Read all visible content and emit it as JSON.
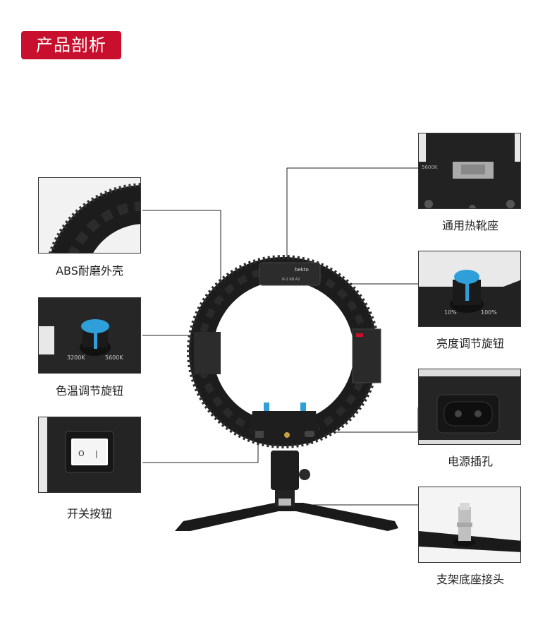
{
  "header": {
    "title": "产品剖析"
  },
  "product": {
    "brand": "bekto",
    "model": "N-2 RB A2"
  },
  "knob_scales": {
    "color_temp": [
      "3200K",
      "5600K"
    ],
    "brightness": [
      "10%",
      "100%"
    ],
    "hotshoe_scale": "5600K"
  },
  "callouts": [
    {
      "id": "abs-shell",
      "label": "ABS耐磨外壳"
    },
    {
      "id": "color-temp-knob",
      "label": "色温调节旋钮"
    },
    {
      "id": "power-switch",
      "label": "开关按钮"
    },
    {
      "id": "hot-shoe",
      "label": "通用热靴座"
    },
    {
      "id": "brightness-knob",
      "label": "亮度调节旋钮"
    },
    {
      "id": "power-socket",
      "label": "电源插孔"
    },
    {
      "id": "stand-adapter",
      "label": "支架底座接头"
    }
  ],
  "colors": {
    "accent": "#c8102e",
    "knob_blue": "#2e9fd8",
    "body": "#1c1c1c"
  }
}
